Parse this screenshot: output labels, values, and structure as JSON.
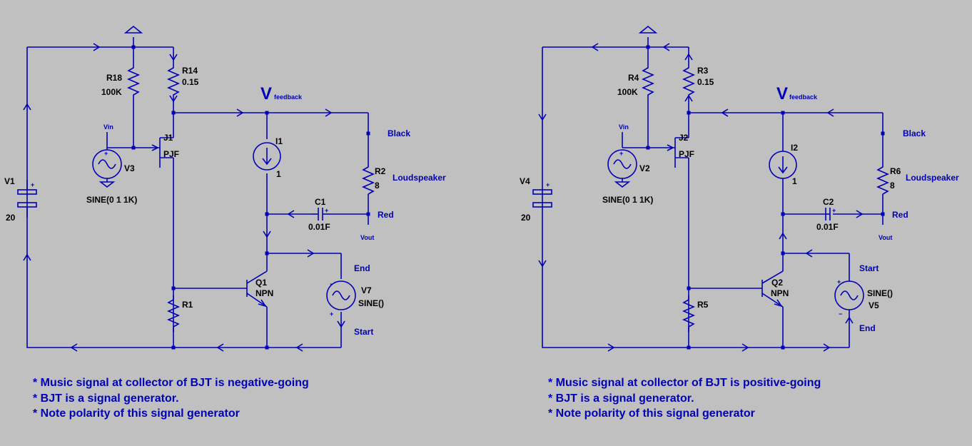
{
  "left": {
    "v_source": {
      "name": "V1",
      "value": "20"
    },
    "r_bias": {
      "name": "R18",
      "value": "100K"
    },
    "r_sense": {
      "name": "R14",
      "value": "0.15"
    },
    "jfet": {
      "name": "J1",
      "model": "PJF"
    },
    "sig_source": {
      "name": "V3",
      "value": "SINE(0 1 1K)",
      "net": "Vin"
    },
    "feedback_main": "V",
    "feedback_sub": "feedback",
    "i_source": {
      "name": "I1",
      "value": "1"
    },
    "speaker": {
      "name": "R2",
      "value": "8",
      "label": "Loudspeaker"
    },
    "black": "Black",
    "red": "Red",
    "vout": "Vout",
    "cap": {
      "name": "C1",
      "value": "0.01F"
    },
    "bjt": {
      "name": "Q1",
      "model": "NPN"
    },
    "r_base": {
      "name": "R1"
    },
    "gen": {
      "name": "V7",
      "value": "SINE()",
      "top": "End",
      "bottom": "Start"
    },
    "notes": [
      "* Music signal at collector of BJT is  negative-going",
      "* BJT is a signal generator.",
      "* Note polarity of this signal generator"
    ]
  },
  "right": {
    "v_source": {
      "name": "V4",
      "value": "20"
    },
    "r_bias": {
      "name": "R4",
      "value": "100K"
    },
    "r_sense": {
      "name": "R3",
      "value": "0.15"
    },
    "jfet": {
      "name": "J2",
      "model": "PJF"
    },
    "sig_source": {
      "name": "V2",
      "value": "SINE(0 1 1K)",
      "net": "Vin"
    },
    "feedback_main": "V",
    "feedback_sub": "feedback",
    "i_source": {
      "name": "I2",
      "value": "1"
    },
    "speaker": {
      "name": "R6",
      "value": "8",
      "label": "Loudspeaker"
    },
    "black": "Black",
    "red": "Red",
    "vout": "Vout",
    "cap": {
      "name": "C2",
      "value": "0.01F"
    },
    "bjt": {
      "name": "Q2",
      "model": "NPN"
    },
    "r_base": {
      "name": "R5"
    },
    "gen": {
      "name": "SINE()",
      "value": "V5",
      "top": "Start",
      "bottom": "End"
    },
    "notes": [
      "* Music signal at collector of BJT is positive-going",
      "* BJT is a signal generator.",
      "* Note polarity of this signal generator"
    ]
  },
  "colors": {
    "background": "#c0c0c0",
    "wire": "#0000b8",
    "label": "#000000"
  }
}
